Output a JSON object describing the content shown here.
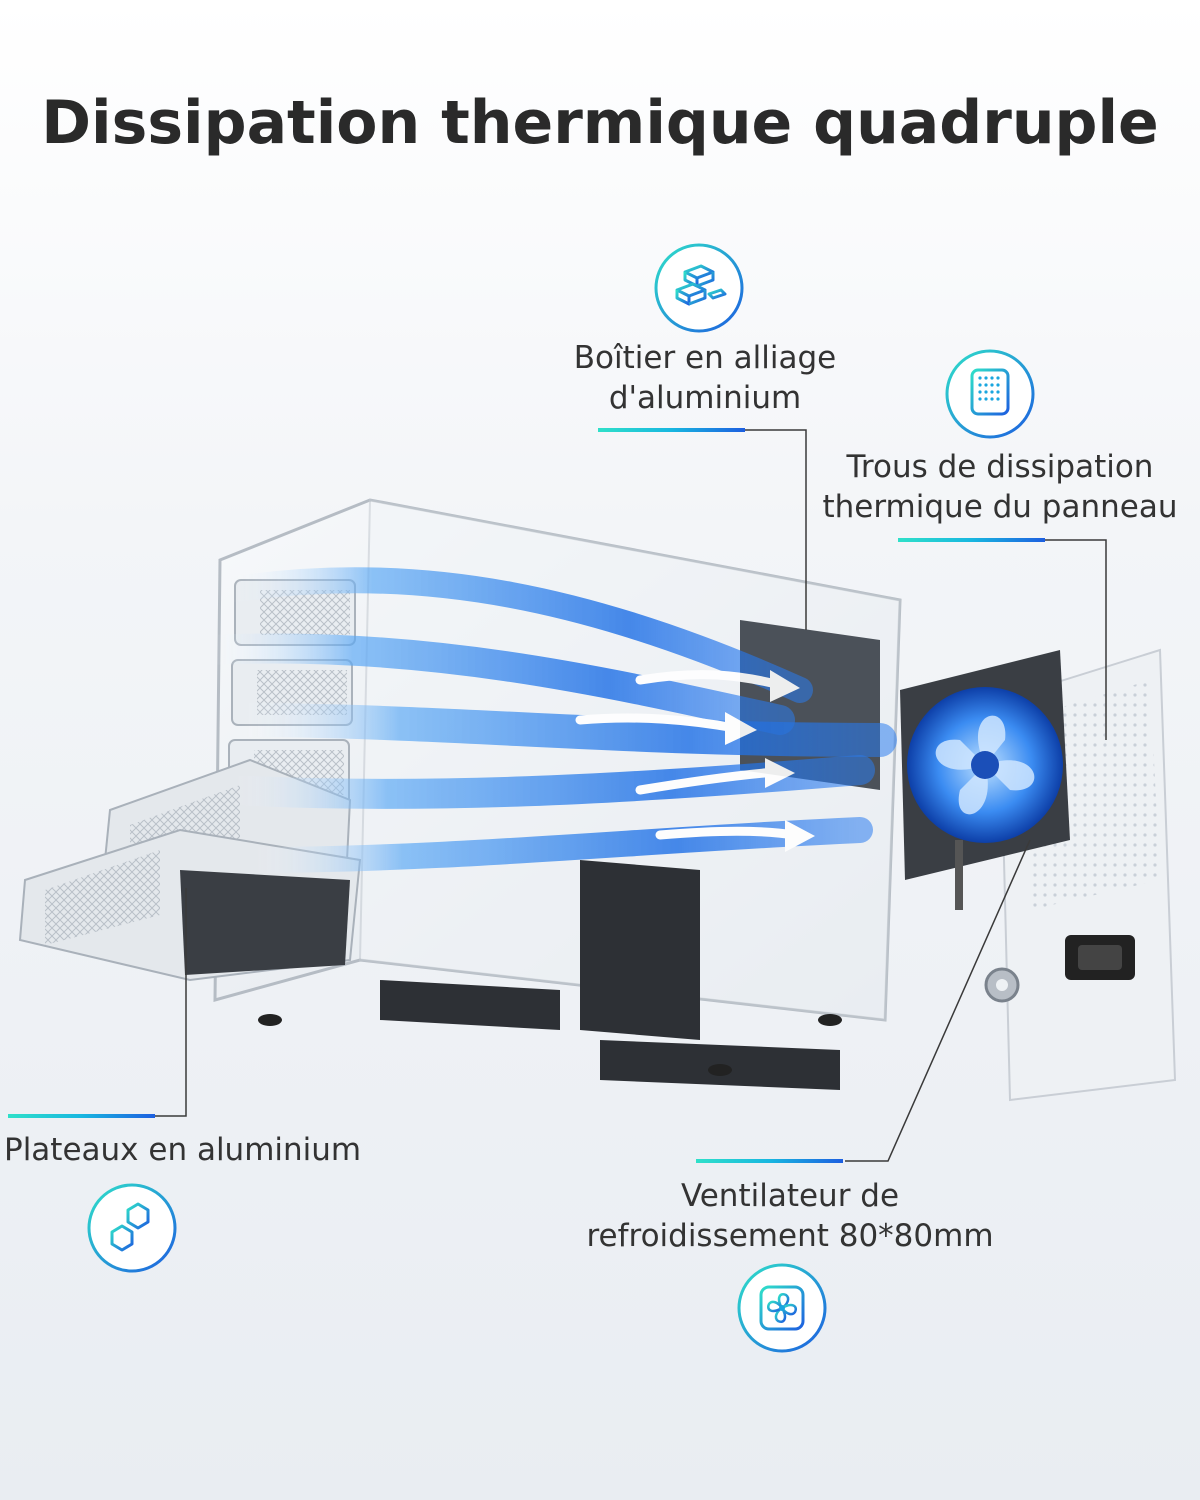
{
  "title": "Dissipation thermique quadruple",
  "features": {
    "housing": {
      "label_line1": "Boîtier en alliage",
      "label_line2": "d'aluminium",
      "icon": "aluminium-bars-icon"
    },
    "panel_holes": {
      "label_line1": "Trous de dissipation",
      "label_line2": "thermique du panneau",
      "icon": "perforated-panel-icon"
    },
    "trays": {
      "label": "Plateaux en aluminium",
      "icon": "hexagons-icon"
    },
    "fan": {
      "label_line1": "Ventilateur de",
      "label_line2": "refroidissement 80*80mm",
      "icon": "fan-icon"
    }
  },
  "colors": {
    "accent_start": "#2fe0c9",
    "accent_mid": "#18b7e0",
    "accent_end": "#1d5fe0",
    "airflow": "#3a8ff0",
    "title": "#2a2a2a"
  }
}
